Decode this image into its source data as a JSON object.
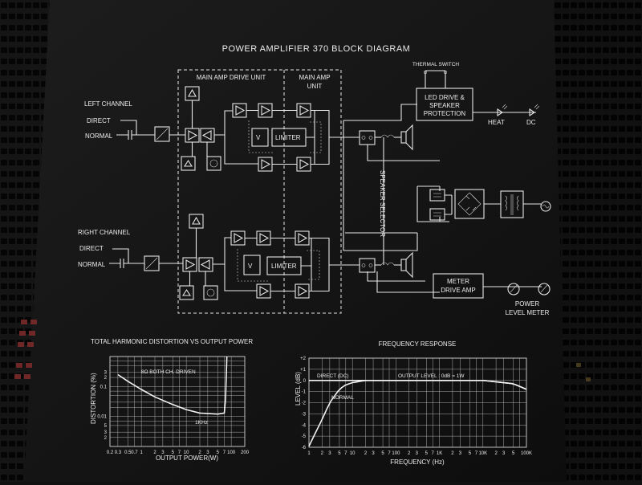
{
  "panel": {
    "color_bg": "#1a1a1a",
    "color_line": "#e6e6e6",
    "color_red_vents": "#a33a3a"
  },
  "diagram": {
    "title": "POWER AMPLIFIER 370 BLOCK DIAGRAM",
    "main_amp_drive_unit": "MAIN AMP DRIVE UNIT",
    "main_amp_unit": [
      "MAIN AMP",
      "UNIT"
    ],
    "thermal_switch": "THERMAL SWITCH",
    "led_drive": [
      "LED DRIVE &",
      "SPEAKER",
      "PROTECTION"
    ],
    "heat": "HEAT",
    "dc": "DC",
    "left_channel": "LEFT CHANNEL",
    "right_channel": "RIGHT CHANNEL",
    "direct": "DIRECT",
    "normal": "NORMAL",
    "limiter": "LIMITER",
    "v_label": "V",
    "speaker_selector": "SPEAKER SELECTOR",
    "meter_drive": [
      "METER",
      "DRIVE AMP"
    ],
    "power_level_meter": [
      "POWER",
      "LEVEL METER"
    ]
  },
  "thd_chart": {
    "title": "TOTAL HARMONIC DISTORTION VS OUTPUT POWER",
    "ylabel": "DISTORTION (%)",
    "xlabel": "OUTPUT POWER(W)",
    "annotation_load": "8Ω BOTH CH. DRIVEN",
    "annotation_freq": "1KHz",
    "y_ticks": [
      "3",
      "2",
      "0.1",
      "0.01",
      "5",
      "3",
      "2"
    ],
    "x_ticks": [
      "0.2",
      "0.3",
      "0.5",
      "0.7",
      "1",
      "2",
      "3",
      "5",
      "7",
      "10",
      "2",
      "3",
      "5",
      "7",
      "100",
      "200"
    ]
  },
  "chart_data": [
    {
      "type": "line",
      "title": "TOTAL HARMONIC DISTORTION VS OUTPUT POWER",
      "xlabel": "OUTPUT POWER(W)",
      "ylabel": "DISTORTION (%)",
      "x_scale": "log",
      "y_scale": "log",
      "xlim": [
        0.2,
        200
      ],
      "annotations": [
        "8Ω BOTH CH. DRIVEN",
        "1KHz"
      ],
      "series": [
        {
          "x": [
            0.3,
            0.5,
            1,
            2,
            5,
            10,
            20,
            50,
            70,
            75,
            80
          ],
          "y": [
            0.25,
            0.15,
            0.08,
            0.045,
            0.025,
            0.017,
            0.013,
            0.012,
            0.013,
            0.04,
            1.0
          ]
        }
      ],
      "grid": true
    },
    {
      "type": "line",
      "title": "FREQUENCY RESPONSE",
      "xlabel": "FREQUENCY (Hz)",
      "ylabel": "LEVEL (dB)",
      "x_scale": "log",
      "xlim": [
        1,
        100000
      ],
      "ylim": [
        -6,
        2
      ],
      "annotations": [
        "OUTPUT LEVEL : 0dB = 1W"
      ],
      "series": [
        {
          "name": "DIRECT (DC)",
          "x": [
            1,
            10,
            100,
            1000,
            10000,
            50000,
            100000
          ],
          "y": [
            0,
            0,
            0,
            0,
            0,
            -0.3,
            -0.8
          ]
        },
        {
          "name": "NORMAL",
          "x": [
            1,
            1.5,
            2,
            3,
            5,
            7,
            10,
            20,
            100,
            1000,
            10000,
            50000,
            100000
          ],
          "y": [
            -5.9,
            -4.5,
            -3.5,
            -2,
            -0.8,
            -0.4,
            -0.2,
            0,
            0,
            0,
            0,
            -0.3,
            -0.8
          ]
        }
      ],
      "grid": true
    }
  ],
  "freq_chart": {
    "title": "FREQUENCY RESPONSE",
    "ylabel": "LEVEL (dB)",
    "xlabel": "FREQUENCY (Hz)",
    "direct_label": "DIRECT (DC)",
    "normal_label": "NORMAL",
    "output_level": "OUTPUT LEVEL : 0dB = 1W",
    "y_ticks": [
      "+2",
      "+1",
      "0",
      "-1",
      "-2",
      "-3",
      "-4",
      "-5",
      "-6"
    ],
    "x_ticks": [
      "1",
      "2",
      "3",
      "5",
      "7",
      "10",
      "2",
      "3",
      "5",
      "7",
      "100",
      "2",
      "3",
      "5",
      "7",
      "1K",
      "2",
      "3",
      "5",
      "7",
      "10K",
      "2",
      "3",
      "5",
      "100K"
    ]
  }
}
